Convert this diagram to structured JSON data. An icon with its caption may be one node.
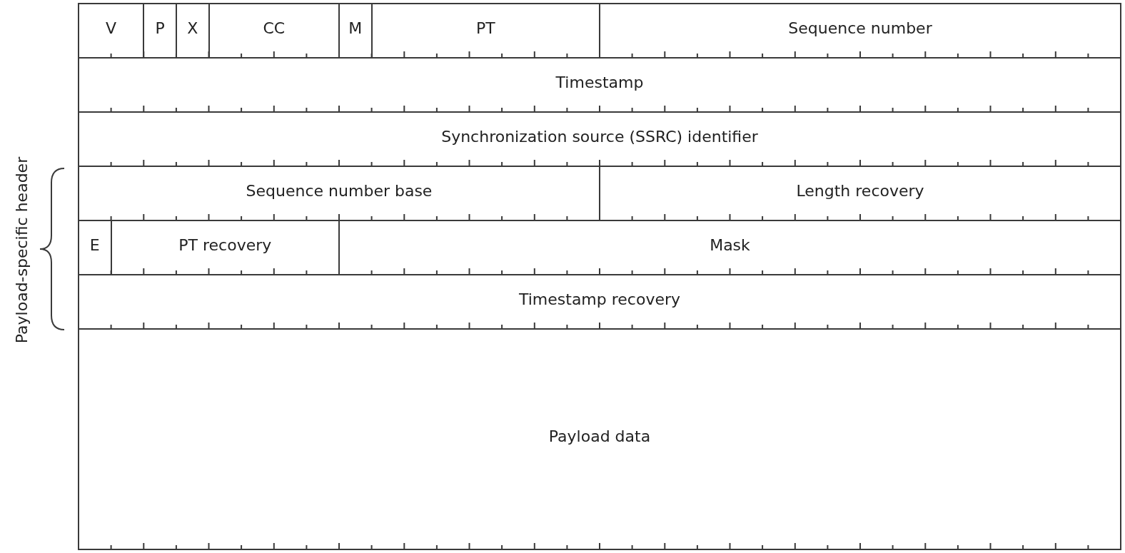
{
  "diagram": {
    "nodes": [
      {
        "text": [
          "V"
        ]
      },
      {
        "text": [
          "P"
        ]
      },
      {
        "text": [
          "X"
        ]
      },
      {
        "text": [
          "CC"
        ]
      },
      {
        "text": [
          "M"
        ]
      },
      {
        "text": [
          "PT"
        ]
      },
      {
        "text": [
          "Sequence number"
        ]
      },
      {
        "text": [
          "Timestamp"
        ]
      },
      {
        "text": [
          "Synchronization source (SSRC) identifier"
        ]
      },
      {
        "text": [
          "Sequence number base"
        ]
      },
      {
        "text": [
          "Length recovery"
        ]
      },
      {
        "text": [
          "E"
        ]
      },
      {
        "text": [
          "PT recovery"
        ]
      },
      {
        "text": [
          "Mask"
        ]
      },
      {
        "text": [
          "Timestamp recovery"
        ]
      },
      {
        "text": [
          "Payload data"
        ]
      }
    ],
    "edges": [],
    "labels": [
      "Payload-specific header"
    ]
  }
}
